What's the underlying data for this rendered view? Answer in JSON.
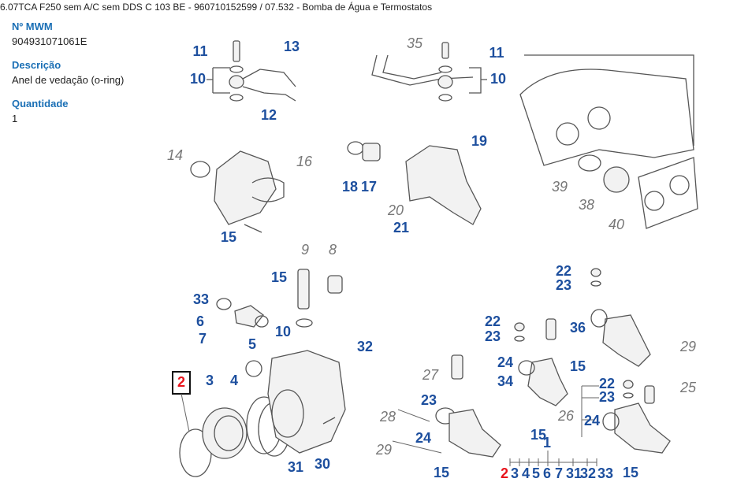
{
  "header": {
    "title": "6.07TCA F250 sem A/C sem DDS C 103 BE - 960710152599  /  07.532 - Bomba de Água e Termostatos"
  },
  "details": {
    "mwm_label": "Nº MWM",
    "mwm_value": "904931071061E",
    "desc_label": "Descrição",
    "desc_value": "Anel de vedação (o-ring)",
    "qty_label": "Quantidade",
    "qty_value": "1"
  },
  "colors": {
    "label_blue": "#1d4f9e",
    "label_gray": "#777777",
    "highlight_red": "#e8141c",
    "heading_blue": "#1a6fb5"
  },
  "callouts": [
    {
      "t": "11",
      "s": "blue"
    },
    {
      "t": "13",
      "s": "blue"
    },
    {
      "t": "10",
      "s": "blue"
    },
    {
      "t": "12",
      "s": "blue"
    },
    {
      "t": "35",
      "s": "gray"
    },
    {
      "t": "11",
      "s": "blue"
    },
    {
      "t": "10",
      "s": "blue"
    },
    {
      "t": "14",
      "s": "gray"
    },
    {
      "t": "16",
      "s": "gray"
    },
    {
      "t": "18",
      "s": "blue"
    },
    {
      "t": "17",
      "s": "blue"
    },
    {
      "t": "19",
      "s": "blue"
    },
    {
      "t": "20",
      "s": "gray"
    },
    {
      "t": "21",
      "s": "blue"
    },
    {
      "t": "39",
      "s": "gray"
    },
    {
      "t": "38",
      "s": "gray"
    },
    {
      "t": "40",
      "s": "gray"
    },
    {
      "t": "15",
      "s": "blue"
    },
    {
      "t": "9",
      "s": "gray"
    },
    {
      "t": "8",
      "s": "gray"
    },
    {
      "t": "15",
      "s": "blue"
    },
    {
      "t": "33",
      "s": "blue"
    },
    {
      "t": "6",
      "s": "blue"
    },
    {
      "t": "7",
      "s": "blue"
    },
    {
      "t": "10",
      "s": "blue"
    },
    {
      "t": "5",
      "s": "blue"
    },
    {
      "t": "32",
      "s": "blue"
    },
    {
      "t": "2",
      "s": "red"
    },
    {
      "t": "3",
      "s": "blue"
    },
    {
      "t": "4",
      "s": "blue"
    },
    {
      "t": "31",
      "s": "blue"
    },
    {
      "t": "30",
      "s": "blue"
    },
    {
      "t": "27",
      "s": "gray"
    },
    {
      "t": "23",
      "s": "blue"
    },
    {
      "t": "28",
      "s": "gray"
    },
    {
      "t": "24",
      "s": "blue"
    },
    {
      "t": "29",
      "s": "gray"
    },
    {
      "t": "15",
      "s": "blue"
    },
    {
      "t": "22",
      "s": "blue"
    },
    {
      "t": "23",
      "s": "blue"
    },
    {
      "t": "36",
      "s": "blue"
    },
    {
      "t": "24",
      "s": "blue"
    },
    {
      "t": "34",
      "s": "blue"
    },
    {
      "t": "15",
      "s": "blue"
    },
    {
      "t": "22",
      "s": "blue"
    },
    {
      "t": "23",
      "s": "blue"
    },
    {
      "t": "29",
      "s": "gray"
    },
    {
      "t": "15",
      "s": "blue"
    },
    {
      "t": "26",
      "s": "gray"
    },
    {
      "t": "22",
      "s": "blue"
    },
    {
      "t": "23",
      "s": "blue"
    },
    {
      "t": "24",
      "s": "blue"
    },
    {
      "t": "25",
      "s": "gray"
    },
    {
      "t": "1",
      "s": "blue"
    },
    {
      "t": "2",
      "s": "red"
    },
    {
      "t": "3",
      "s": "blue"
    },
    {
      "t": "4",
      "s": "blue"
    },
    {
      "t": "5",
      "s": "blue"
    },
    {
      "t": "6",
      "s": "blue"
    },
    {
      "t": "7",
      "s": "blue"
    },
    {
      "t": "31",
      "s": "blue"
    },
    {
      "t": "32",
      "s": "blue"
    },
    {
      "t": "33",
      "s": "blue"
    },
    {
      "t": "15",
      "s": "blue"
    }
  ]
}
